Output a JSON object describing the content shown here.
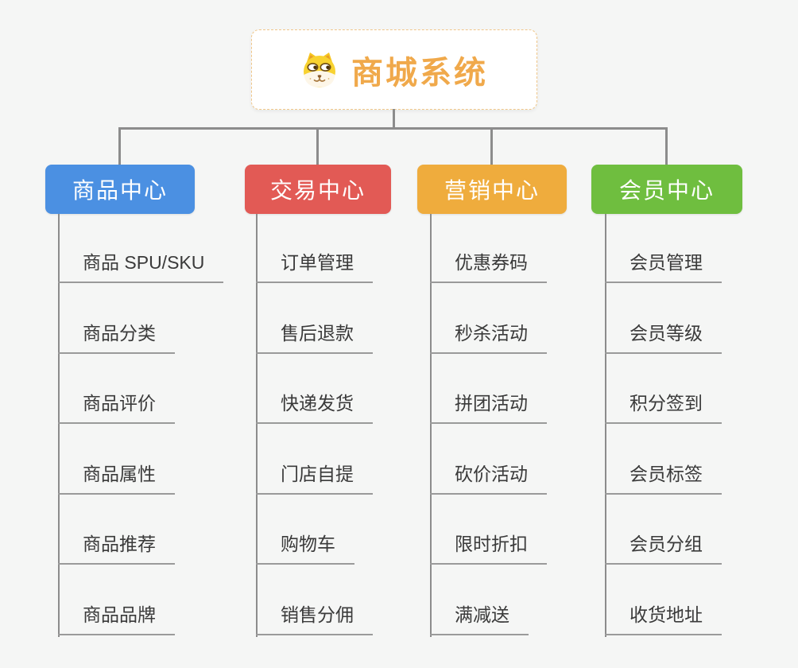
{
  "root": {
    "title": "商城系统",
    "icon": "dog-face-icon",
    "title_color": "#F0A94B",
    "border_color": "#F0C78A",
    "background": "#FFFFFF"
  },
  "colors": {
    "page_background": "#F5F6F5",
    "connector": "#8C8C8C",
    "leaf_underline": "#9A9A9A",
    "leaf_text": "#3A3A3A",
    "branch_text": "#FFFFFF"
  },
  "branches": [
    {
      "label": "商品中心",
      "color": "#4B90E2",
      "children": [
        "商品 SPU/SKU",
        "商品分类",
        "商品评价",
        "商品属性",
        "商品推荐",
        "商品品牌"
      ]
    },
    {
      "label": "交易中心",
      "color": "#E25A55",
      "children": [
        "订单管理",
        "售后退款",
        "快递发货",
        "门店自提",
        "购物车",
        "销售分佣"
      ]
    },
    {
      "label": "营销中心",
      "color": "#EFAC3D",
      "children": [
        "优惠券码",
        "秒杀活动",
        "拼团活动",
        "砍价活动",
        "限时折扣",
        "满减送"
      ]
    },
    {
      "label": "会员中心",
      "color": "#6FBE3F",
      "children": [
        "会员管理",
        "会员等级",
        "积分签到",
        "会员标签",
        "会员分组",
        "收货地址"
      ]
    }
  ]
}
